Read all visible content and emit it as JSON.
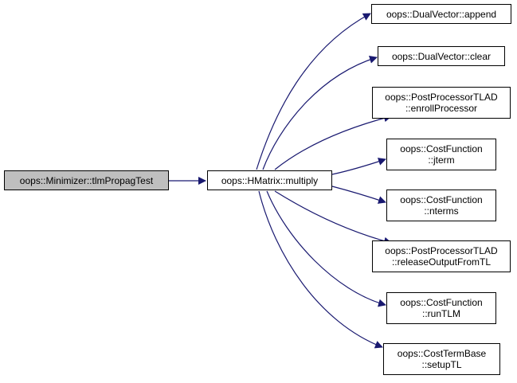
{
  "colors": {
    "edge": "#191970",
    "node_border": "#000000",
    "node_fill": "#ffffff",
    "current_fill": "#bfbfbf"
  },
  "nodes": {
    "caller": {
      "lines": [
        "oops::Minimizer::tlmPropagTest"
      ]
    },
    "hub": {
      "lines": [
        "oops::HMatrix::multiply"
      ]
    },
    "append": {
      "lines": [
        "oops::DualVector::append"
      ]
    },
    "clear": {
      "lines": [
        "oops::DualVector::clear"
      ]
    },
    "enroll": {
      "lines": [
        "oops::PostProcessorTLAD",
        "::enrollProcessor"
      ]
    },
    "jterm": {
      "lines": [
        "oops::CostFunction",
        "::jterm"
      ]
    },
    "nterms": {
      "lines": [
        "oops::CostFunction",
        "::nterms"
      ]
    },
    "release": {
      "lines": [
        "oops::PostProcessorTLAD",
        "::releaseOutputFromTL"
      ]
    },
    "runtlm": {
      "lines": [
        "oops::CostFunction",
        "::runTLM"
      ]
    },
    "setup": {
      "lines": [
        "oops::CostTermBase",
        "::setupTL"
      ]
    }
  }
}
